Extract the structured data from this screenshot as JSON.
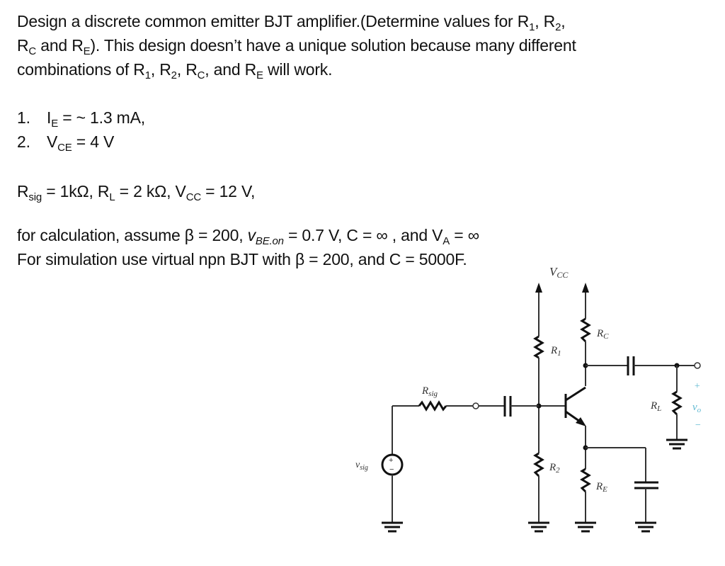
{
  "problem": {
    "intro": {
      "part1": "Design a discrete common emitter BJT amplifier.(Determine values for R",
      "r1_sub": "1",
      "sep1": ", R",
      "r2_sub": "2",
      "sep2": ",",
      "line2_R": "R",
      "rc_sub": "C",
      "line2_mid": " and R",
      "re_sub": "E",
      "line2_rest": "). This design doesn’t have a unique solution because many different",
      "line3_a": "combinations of R",
      "l3_r1_sub": "1",
      "line3_b": ", R",
      "l3_r2_sub": "2",
      "line3_c": ", R",
      "l3_rc_sub": "C",
      "line3_d": ", and R",
      "l3_re_sub": "E",
      "line3_e": " will work."
    },
    "requirements": [
      {
        "number": "1.",
        "symbol": "I",
        "sub": "E",
        "value": " = ~ 1.3 mA,"
      },
      {
        "number": "2.",
        "symbol": "V",
        "sub": "CE",
        "value": " = 4 V"
      }
    ],
    "given": {
      "rsig_sym": "R",
      "rsig_sub": "sig",
      "rsig_val": " = 1kΩ, ",
      "rl_sym": "R",
      "rl_sub": "L",
      "rl_val": " = 2 kΩ, ",
      "vcc_sym": "V",
      "vcc_sub": "CC",
      "vcc_val": " = 12 V,"
    },
    "assumptions": {
      "calc_a": "for calculation, assume β = 200, ",
      "vbe_sym": "v",
      "vbe_sub": "BE.on",
      "calc_b": " = 0.7 V, C = ∞ , and V",
      "va_sub": "A",
      "calc_c": " = ∞",
      "simulation": "For simulation use virtual npn BJT with β = 200, and C = 5000F."
    }
  },
  "circuit": {
    "labels": {
      "vcc": "V",
      "vcc_sub": "CC",
      "r1": "R",
      "r1_sub": "1",
      "r2": "R",
      "r2_sub": "2",
      "rc": "R",
      "rc_sub": "C",
      "re": "R",
      "re_sub": "E",
      "rsig": "R",
      "rsig_sub": "sig",
      "rl": "R",
      "rl_sub": "L",
      "vsig": "v",
      "vsig_sub": "sig",
      "vo": "v",
      "vo_sub": "o",
      "vo_plus": "+",
      "vo_minus": "−",
      "src_plus": "+",
      "src_minus": "−"
    },
    "components": [
      "R1",
      "R2",
      "RC",
      "RE",
      "Rsig",
      "RL",
      "Q1 npn BJT",
      "C input coupling",
      "C output coupling",
      "C emitter bypass",
      "vsig source"
    ],
    "colors": {
      "wire": "#333333",
      "output_label": "#5bb7d0"
    }
  }
}
